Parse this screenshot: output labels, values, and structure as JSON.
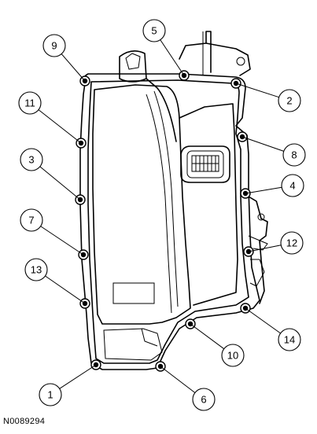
{
  "figure_id": "N0089294",
  "callouts": [
    {
      "label": "1"
    },
    {
      "label": "2"
    },
    {
      "label": "3"
    },
    {
      "label": "4"
    },
    {
      "label": "5"
    },
    {
      "label": "6"
    },
    {
      "label": "7"
    },
    {
      "label": "8"
    },
    {
      "label": "9"
    },
    {
      "label": "10"
    },
    {
      "label": "11"
    },
    {
      "label": "12"
    },
    {
      "label": "13"
    },
    {
      "label": "14"
    }
  ]
}
